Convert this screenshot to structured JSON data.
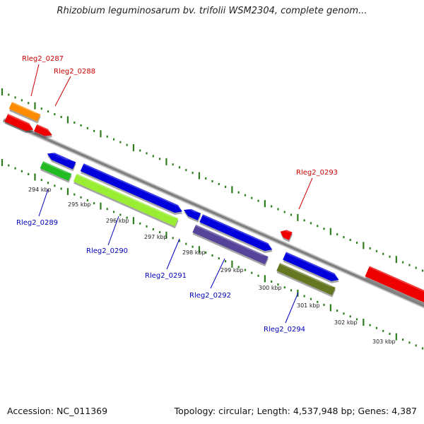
{
  "title": "Rhizobium leguminosarum bv. trifolii WSM2304, complete genom...",
  "footer": {
    "accession": "Accession: NC_011369",
    "summary": "Topology: circular; Length: 4,537,948 bp; Genes: 4,387"
  },
  "colors": {
    "backbone": "#808080",
    "ticks": "#2e7d1e",
    "label_forward": "#cc0000",
    "label_reverse": "#0000bb"
  },
  "kbp_labels": [
    "294 kbp",
    "295 kbp",
    "296 kbp",
    "297 kbp",
    "298 kbp",
    "299 kbp",
    "300 kbp",
    "301 kbp",
    "302 kbp",
    "303 kbp"
  ],
  "genes": [
    {
      "name": "gene-orange",
      "color": "#ff8c00"
    },
    {
      "name": "gene-rleg2-0287",
      "color": "#ee0000"
    },
    {
      "name": "gene-rleg2-0288",
      "color": "#ee0000"
    },
    {
      "name": "gene-blue-1",
      "color": "#0000dd"
    },
    {
      "name": "gene-rleg2-0289",
      "color": "#22bb22"
    },
    {
      "name": "gene-blue-2",
      "color": "#0000dd"
    },
    {
      "name": "gene-rleg2-0290",
      "color": "#99ee33"
    },
    {
      "name": "gene-blue-3",
      "color": "#0000dd"
    },
    {
      "name": "gene-blue-4",
      "color": "#0000dd"
    },
    {
      "name": "gene-rleg2-0291",
      "color": "#554499"
    },
    {
      "name": "gene-rleg2-0293",
      "color": "#ee0000"
    },
    {
      "name": "gene-blue-5",
      "color": "#0000dd"
    },
    {
      "name": "gene-rleg2-0294",
      "color": "#667722"
    },
    {
      "name": "gene-red-right",
      "color": "#ee0000"
    }
  ],
  "gene_labels": [
    {
      "text": "Rleg2_0287",
      "strand": "forward"
    },
    {
      "text": "Rleg2_0288",
      "strand": "forward"
    },
    {
      "text": "Rleg2_0293",
      "strand": "forward"
    },
    {
      "text": "Rleg2_0289",
      "strand": "reverse"
    },
    {
      "text": "Rleg2_0290",
      "strand": "reverse"
    },
    {
      "text": "Rleg2_0291",
      "strand": "reverse"
    },
    {
      "text": "Rleg2_0292",
      "strand": "reverse"
    },
    {
      "text": "Rleg2_0294",
      "strand": "reverse"
    }
  ]
}
